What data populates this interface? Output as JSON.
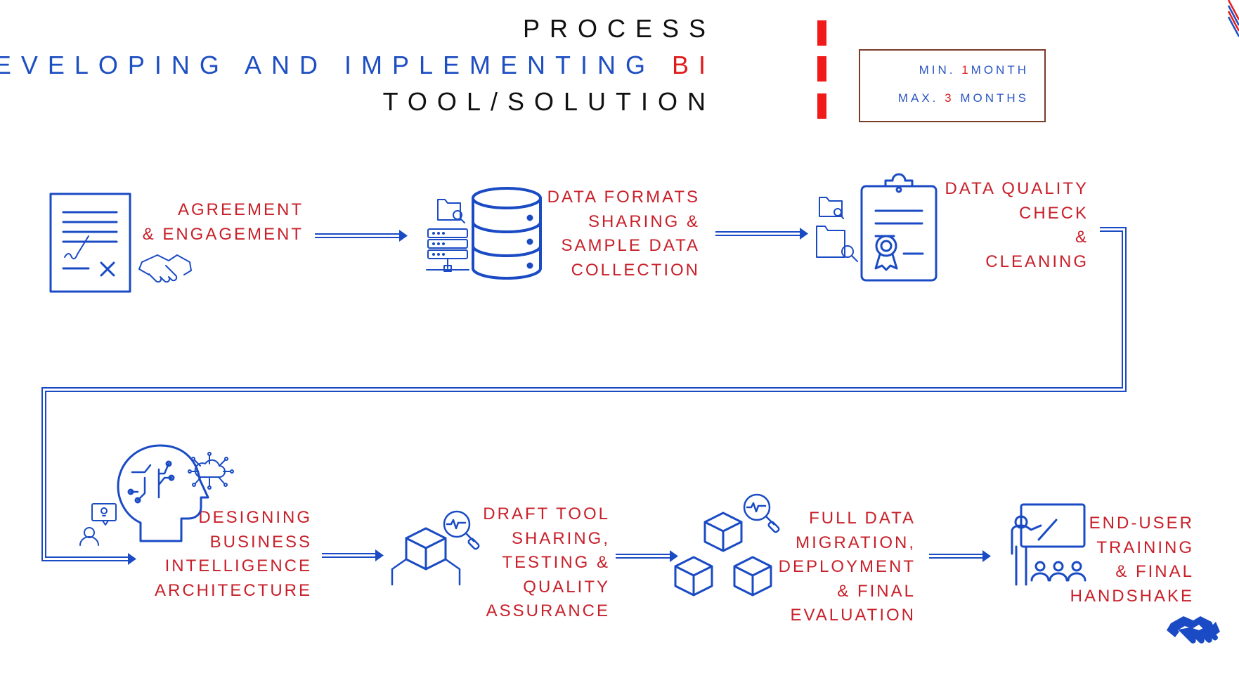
{
  "title": {
    "line1": "PROCESS",
    "line2_main": "DEVELOPING AND IMPLEMENTING ",
    "line2_accent": "BI",
    "line3": "TOOL/SOLUTION"
  },
  "duration": {
    "min_prefix": "MIN. ",
    "min_value": "1",
    "min_unit": "MONTH",
    "max_prefix": "MAX. ",
    "max_value": "3",
    "max_unit": " MONTHS"
  },
  "steps": [
    {
      "line1": "AGREEMENT",
      "line2": "& ENGAGEMENT"
    },
    {
      "line1": "DATA FORMATS",
      "line2": "SHARING &",
      "line3": "SAMPLE DATA",
      "line4": "COLLECTION"
    },
    {
      "line1": "DATA QUALITY",
      "line2": "CHECK",
      "line3": "&",
      "line4": "CLEANING"
    },
    {
      "line1": "DESIGNING",
      "line2": "BUSINESS",
      "line3": "INTELLIGENCE",
      "line4": "ARCHITECTURE"
    },
    {
      "line1": "DRAFT TOOL",
      "line2": "SHARING,",
      "line3": "TESTING &",
      "line4": "QUALITY",
      "line5": "ASSURANCE"
    },
    {
      "line1": "FULL DATA",
      "line2": "MIGRATION,",
      "line3": "DEPLOYMENT",
      "line4": "& FINAL",
      "line5": "EVALUATION"
    },
    {
      "line1": "END-USER",
      "line2": "TRAINING",
      "line3": "& FINAL",
      "line4": "HANDSHAKE"
    }
  ],
  "colors": {
    "accent_blue": "#1e4fc2",
    "accent_red": "#e01b1b",
    "label_red": "#c8202a"
  },
  "icons": [
    "contract-icon",
    "handshake-icon",
    "folder-search-icon",
    "server-icon",
    "database-icon",
    "clipboard-certificate-icon",
    "ai-brain-icon",
    "cloud-network-icon",
    "idea-person-icon",
    "cube-icon",
    "monitor-search-icon",
    "blocks-icon",
    "presentation-icon",
    "handshake-filled-icon"
  ]
}
